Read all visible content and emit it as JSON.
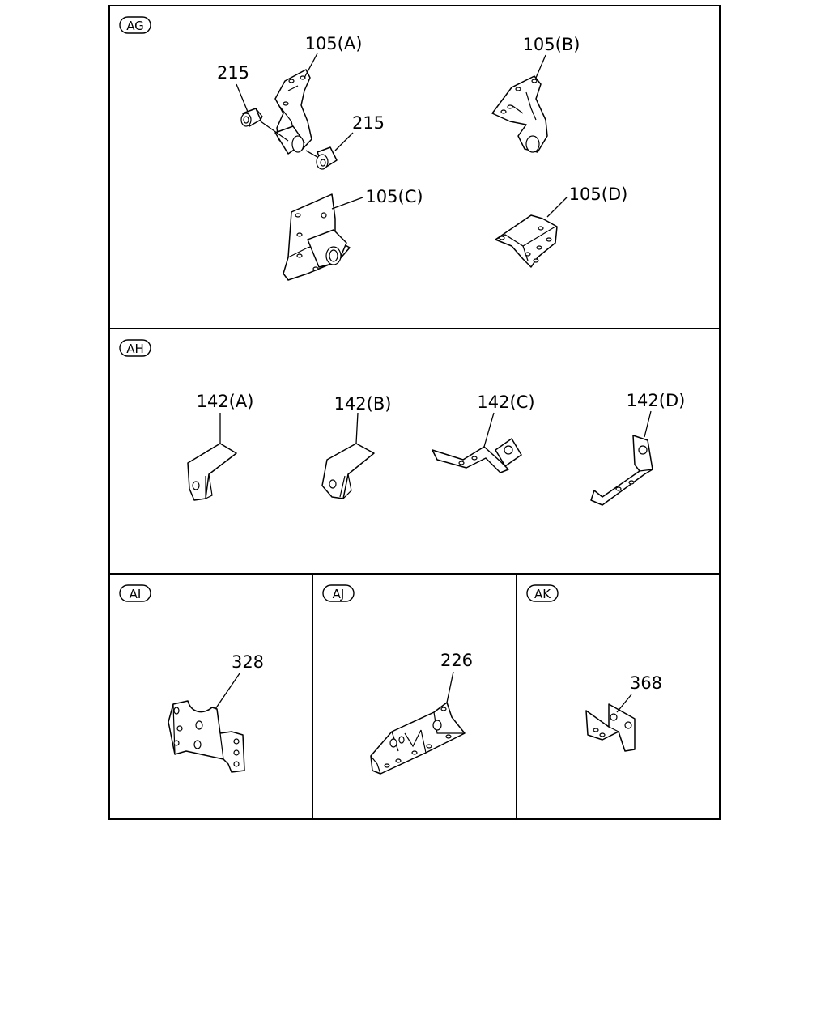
{
  "sections": {
    "ag": "AG",
    "ah": "AH",
    "ai": "AI",
    "aj": "AJ",
    "ak": "AK"
  },
  "callouts": {
    "c105a": "105(A)",
    "c105b": "105(B)",
    "c105c": "105(C)",
    "c105d": "105(D)",
    "c215_left": "215",
    "c215_right": "215",
    "c142a": "142(A)",
    "c142b": "142(B)",
    "c142c": "142(C)",
    "c142d": "142(D)",
    "c328": "328",
    "c226": "226",
    "c368": "368"
  }
}
